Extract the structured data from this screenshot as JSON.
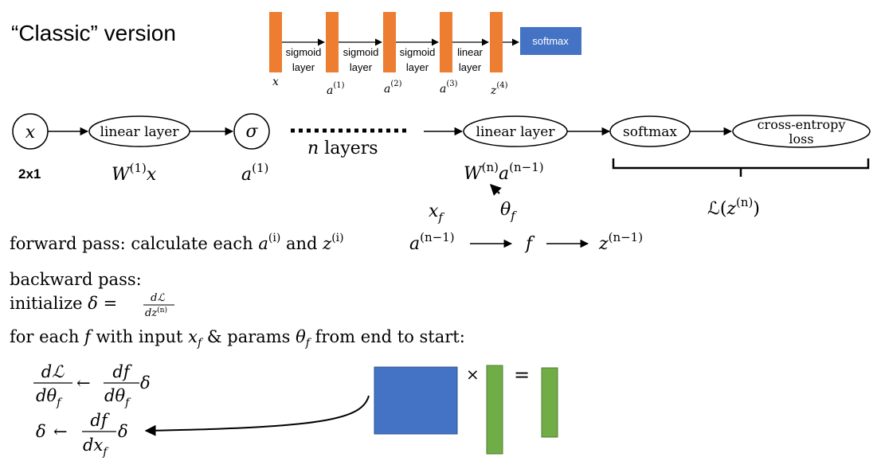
{
  "title": "“Classic” version",
  "colors": {
    "layer_bar": "#ED7D31",
    "softmax_box": "#4472C4",
    "matrix_block": "#4472C4",
    "vector_block": "#70AD47",
    "ink": "#000000"
  },
  "top_network": {
    "layer_labels": [
      [
        "sigmoid",
        "layer"
      ],
      [
        "sigmoid",
        "layer"
      ],
      [
        "sigmoid",
        "layer"
      ],
      [
        "linear",
        "layer"
      ]
    ],
    "softmax_label": "softmax",
    "activation_labels": [
      {
        "base": "x",
        "sup": ""
      },
      {
        "base": "a",
        "sup": "(1)"
      },
      {
        "base": "a",
        "sup": "(2)"
      },
      {
        "base": "a",
        "sup": "(3)"
      },
      {
        "base": "z",
        "sup": "(4)"
      }
    ]
  },
  "graph": {
    "x_node": "x",
    "linear_layer_1": "linear layer",
    "sigma_node": "σ",
    "n_layers": {
      "n": "n",
      "text": " layers"
    },
    "linear_layer_n": "linear layer",
    "softmax_node": "softmax",
    "loss_node": [
      "cross-entropy",
      "loss"
    ],
    "x_shape": "2x1",
    "w1x": {
      "w": "W",
      "sup": "(1)",
      "x": "x"
    },
    "a1": {
      "a": "a",
      "sup": "(1)"
    },
    "wn": {
      "w": "W",
      "sup1": "(n)",
      "a": "a",
      "sup2": "(n−1)"
    },
    "loss": {
      "L": "ℒ",
      "open": "(",
      "z": "z",
      "sup": "(n)",
      "close": ")"
    },
    "xf": {
      "x": "x",
      "sub": "f"
    },
    "thetaf": {
      "t": "θ",
      "sub": "f"
    }
  },
  "forward": {
    "text": "forward pass: calculate each ",
    "a": "a",
    "a_sup": "(i)",
    "and": " and ",
    "z": "z",
    "z_sup": "(i)"
  },
  "f_chain": {
    "a": "a",
    "a_sup": "(n−1)",
    "f": "f",
    "z": "z",
    "z_sup": "(n−1)"
  },
  "backward": {
    "title": "backward pass:",
    "init_text": "initialize ",
    "delta": "δ",
    "eq": " = ",
    "frac_num": "dℒ",
    "frac_den_d": "dz",
    "frac_den_sup": "(n)",
    "loop_for": "for each ",
    "loop_f": "f",
    "loop_with": " with input ",
    "loop_x": "x",
    "loop_xsub": "f",
    "loop_amp": " & params ",
    "loop_t": "θ",
    "loop_tsub": "f",
    "loop_end": " from end to start:"
  },
  "updates": {
    "eq1_num": "dℒ",
    "eq1_den": "dθ",
    "eq1_den_sub": "f",
    "arrow": "←",
    "eq1_rnum": "df",
    "eq1_rden": "dθ",
    "eq1_rden_sub": "f",
    "delta": "δ",
    "eq2_lhs": "δ",
    "eq2_num": "df",
    "eq2_den": "dx",
    "eq2_den_sub": "f"
  },
  "matmul": {
    "times": "×",
    "equals": "="
  }
}
